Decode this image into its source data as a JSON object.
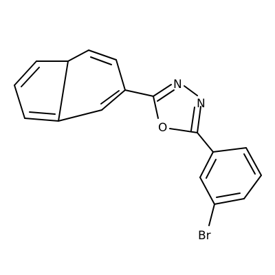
{
  "molecule": {
    "atoms": {
      "n3": "N",
      "n4": "N",
      "o1": "O",
      "br": "Br"
    },
    "colors": {
      "bond": "#000000",
      "label": "#000000",
      "background": "#ffffff"
    }
  }
}
